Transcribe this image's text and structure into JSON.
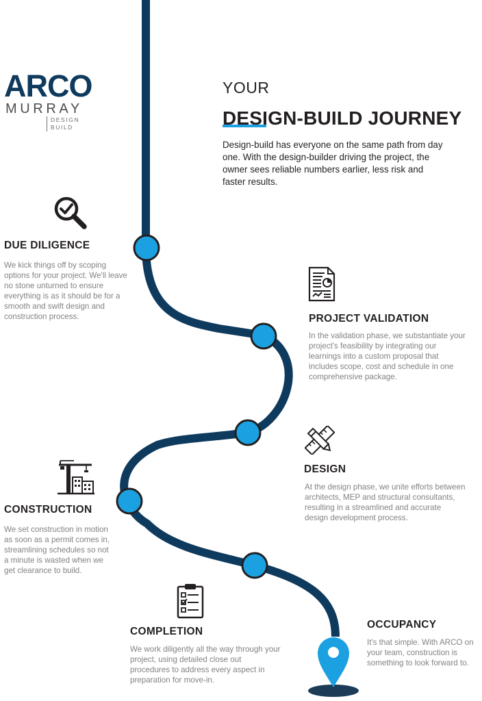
{
  "logo": {
    "main": "ARCO",
    "sub": "MURRAY",
    "tag": "DESIGN BUILD"
  },
  "header": {
    "title_pre": "YOUR",
    "title_main": "DESIGN-BUILD JOURNEY",
    "intro": "Design-build has everyone on the same path from day one. With the design-builder driving the project, the owner sees reliable numbers earlier, less risk and faster results."
  },
  "steps": [
    {
      "title": "DUE DILIGENCE",
      "text": "We kick things off by scoping options for your project. We'll leave no stone unturned to ensure everything is as it should be for a smooth and swift design and construction process.",
      "icon": "magnifier-check-icon"
    },
    {
      "title": "PROJECT VALIDATION",
      "text": "In the validation phase, we substantiate your project's feasibility by integrating our learnings into a custom proposal that includes scope, cost and schedule in one comprehensive package.",
      "icon": "report-document-icon"
    },
    {
      "title": "DESIGN",
      "text": "At the design phase, we unite efforts between architects, MEP and structural consultants, resulting in a streamlined and accurate design development process.",
      "icon": "pencil-ruler-icon"
    },
    {
      "title": "CONSTRUCTION",
      "text": "We set construction in motion as soon as a permit comes in, streamlining schedules so not a minute is wasted when we get clearance to build.",
      "icon": "crane-building-icon"
    },
    {
      "title": "COMPLETION",
      "text": "We work diligently all the way through your project, using detailed close out procedures to address every aspect in preparation for move-in.",
      "icon": "clipboard-checklist-icon"
    },
    {
      "title": "OCCUPANCY",
      "text": "It's that simple. With ARCO on your team, construction is something to look forward to.",
      "icon": "location-pin-icon"
    }
  ],
  "colors": {
    "path": "#0e3a5e",
    "node": "#1ba1e2",
    "accent": "#1ba1e2",
    "pin": "#1ba1e2",
    "pin_shadow": "#1b3b57"
  }
}
